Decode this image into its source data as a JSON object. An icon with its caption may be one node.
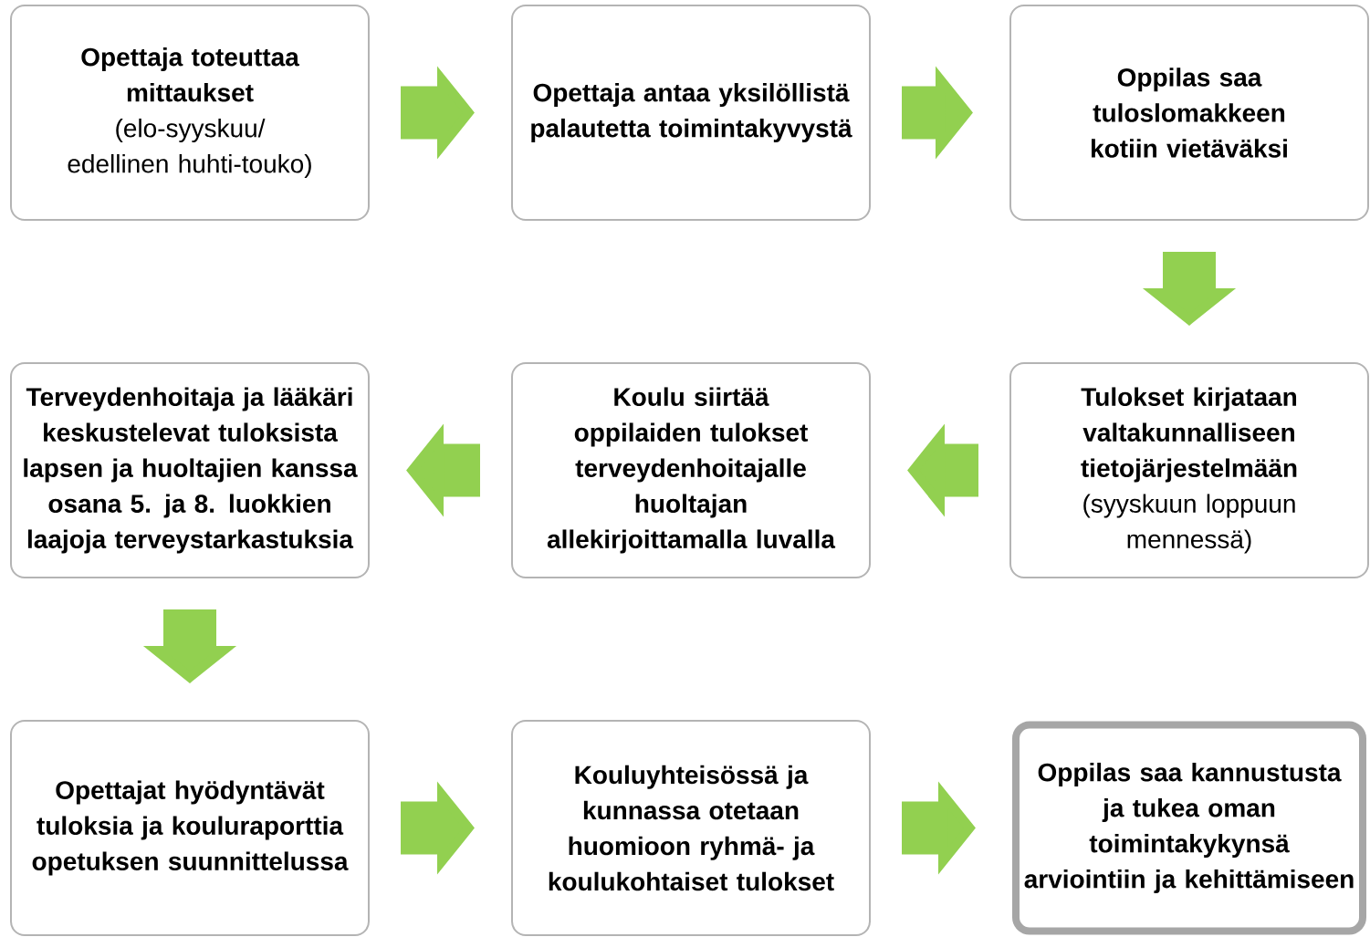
{
  "diagram": {
    "nodes": [
      {
        "text": [
          "Opettaja toteuttaa mittaukset",
          "(elo-syyskuu/ edellinen huhti-touko)"
        ]
      },
      {
        "text": [
          "Opettaja antaa yksilöllistä palautetta toimintakyvystä"
        ]
      },
      {
        "text": [
          "Oppilas saa tuloslomakkeen kotiin vietäväksi"
        ]
      },
      {
        "text": [
          "Tulokset kirjataan valtakunnalliseen tietojärjestelmään",
          "(syyskuun loppuun mennessä)"
        ]
      },
      {
        "text": [
          "Koulu siirtää oppilaiden tulokset terveydenhoitajalle huoltajan allekirjoittamalla luvalla"
        ]
      },
      {
        "text": [
          "Terveydenhoitaja ja lääkäri keskustelevat tuloksista lapsen ja huoltajien kanssa osana 5. ja 8. luokkien laajoja terveystarkastuksia"
        ]
      },
      {
        "text": [
          "Opettajat hyödyntävät tuloksia ja kouluraporttia opetuksen suunnittelussa"
        ]
      },
      {
        "text": [
          "Kouluyhteisössä ja kunnassa otetaan huomioon ryhmä- ja koulukohtaiset tulokset"
        ]
      },
      {
        "text": [
          "Oppilas saa kannustusta ja tukea oman toimintakykynsä arviointiin ja kehittämiseen"
        ]
      }
    ],
    "edges": [
      {
        "from": 0,
        "to": 1,
        "arrow": "to"
      },
      {
        "from": 1,
        "to": 2,
        "arrow": "to"
      },
      {
        "from": 2,
        "to": 3,
        "arrow": "to"
      },
      {
        "from": 3,
        "to": 4,
        "arrow": "to"
      },
      {
        "from": 4,
        "to": 5,
        "arrow": "to"
      },
      {
        "from": 5,
        "to": 6,
        "arrow": "to"
      },
      {
        "from": 6,
        "to": 7,
        "arrow": "to"
      },
      {
        "from": 7,
        "to": 8,
        "arrow": "to"
      }
    ]
  }
}
